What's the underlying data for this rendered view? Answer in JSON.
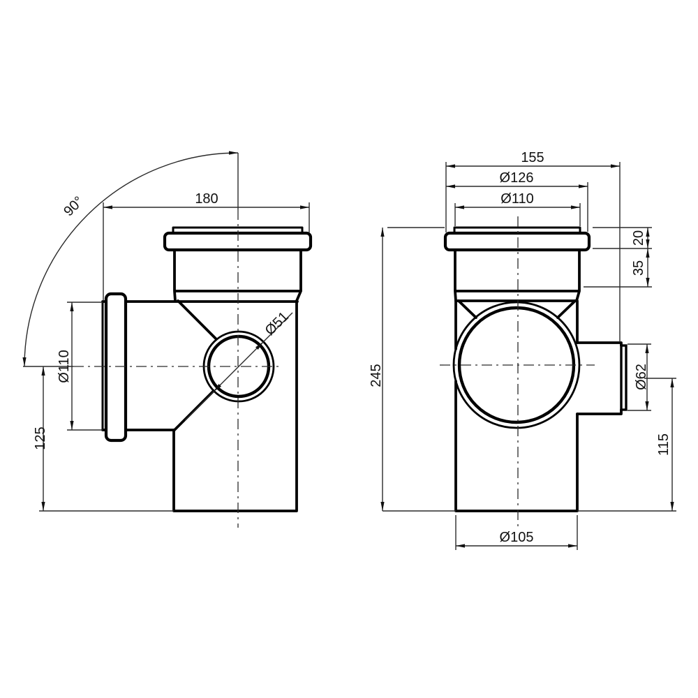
{
  "drawing": {
    "kind": "technical dimension drawing, pipe tee fitting, two orthographic views",
    "background_color": "#ffffff",
    "line_color": "#000000",
    "views": {
      "side": {
        "title": "side-view",
        "dims": {
          "angle": "90°",
          "overall_width": "180",
          "branch_socket_dia": "Ø110",
          "front_branch_dia": "Ø51",
          "outlet_height": "125"
        }
      },
      "front": {
        "title": "front-view",
        "dims": {
          "overall_width": "155",
          "collar_dia": "Ø126",
          "socket_dia": "Ø110",
          "overall_height": "245",
          "collar_depth": "20",
          "socket_depth": "35",
          "side_outlet_dia": "Ø62",
          "side_outlet_axis_height": "115",
          "body_dia": "Ø105"
        }
      }
    }
  }
}
